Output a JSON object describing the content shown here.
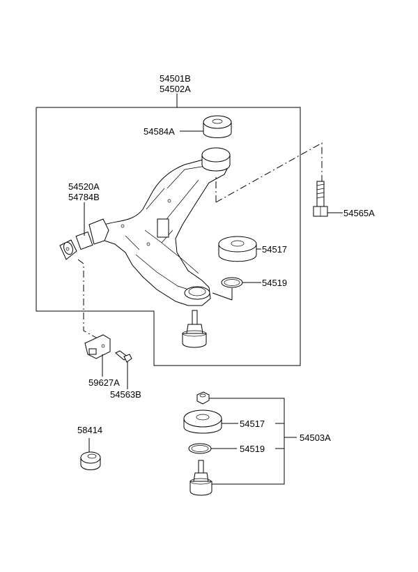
{
  "labels": {
    "arm_1": "54501B",
    "arm_2": "54502A",
    "bushing_top": "54584A",
    "bushing_front_1": "54520A",
    "bushing_front_2": "54784B",
    "bolt": "54565A",
    "dust_cover": "54517",
    "snap_ring": "54519",
    "bracket": "59627A",
    "bracket_bolt": "54563B",
    "cap": "58414",
    "kit_dust_cover": "54517",
    "kit_snap_ring": "54519",
    "kit_ball_joint": "54503A"
  }
}
